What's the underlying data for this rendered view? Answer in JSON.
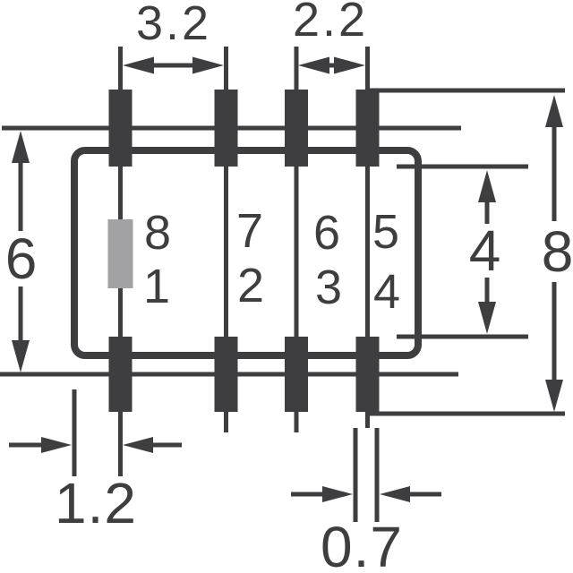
{
  "diagram": {
    "kind": "component-footprint-dimension-drawing",
    "colors": {
      "ink": "#3e3e40",
      "polarity_mark": "#a2a2a4",
      "background": "#ffffff"
    },
    "dimension_labels": {
      "top_left_pitch": "3.2",
      "top_right_pitch": "2.2",
      "left_row_spacing": "6",
      "right_overall": "8",
      "inner_pad_gap": "4",
      "bottom_left_offset": "1.2",
      "bottom_right_pad_width": "0.7"
    },
    "pin_labels": {
      "col1_top": "8",
      "col1_bottom": "1",
      "col2_top": "7",
      "col2_bottom": "2",
      "col3_top": "6",
      "col3_bottom": "3",
      "col4_top": "5",
      "col4_bottom": "4"
    }
  }
}
